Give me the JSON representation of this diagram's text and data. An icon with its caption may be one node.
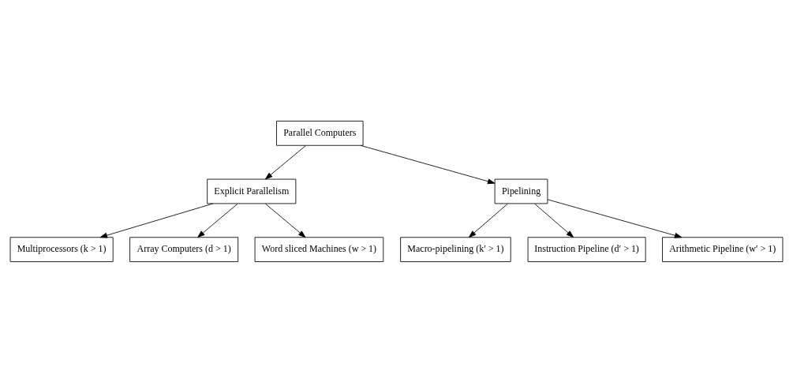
{
  "diagram": {
    "nodes": [
      {
        "text": [
          "Parallel Computers"
        ]
      },
      {
        "text": [
          "Explicit Parallelism"
        ]
      },
      {
        "text": [
          "Pipelining"
        ]
      },
      {
        "text": [
          "Multiprocessors (k > 1)"
        ]
      },
      {
        "text": [
          "Array Computers (d > 1)"
        ]
      },
      {
        "text": [
          "Word sliced Machines (w > 1)"
        ]
      },
      {
        "text": [
          "Macro-pipelining (k′ > 1)"
        ]
      },
      {
        "text": [
          "Instruction Pipeline (d′ > 1)"
        ]
      },
      {
        "text": [
          "Arithmetic Pipeline (w′ > 1)"
        ]
      }
    ],
    "edges": [
      {
        "from": 0,
        "to": 1,
        "arrow": "to"
      },
      {
        "from": 0,
        "to": 2,
        "arrow": "to"
      },
      {
        "from": 1,
        "to": 3,
        "arrow": "to"
      },
      {
        "from": 1,
        "to": 4,
        "arrow": "to"
      },
      {
        "from": 1,
        "to": 5,
        "arrow": "to"
      },
      {
        "from": 2,
        "to": 6,
        "arrow": "to"
      },
      {
        "from": 2,
        "to": 7,
        "arrow": "to"
      },
      {
        "from": 2,
        "to": 8,
        "arrow": "to"
      }
    ]
  }
}
